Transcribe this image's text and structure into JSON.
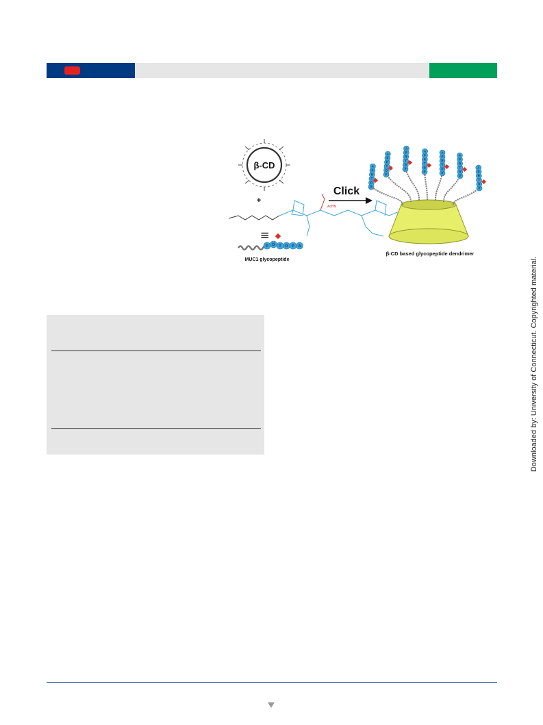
{
  "colors": {
    "journal_blue": "#003a83",
    "journal_red": "#e32221",
    "journal_green": "#00a05a",
    "peptide_blue": "#3da5dc",
    "sugar_red": "#d9322a",
    "cone_yellow": "#e7ef6a"
  },
  "toc_figure": {
    "cd_label": "β-CD",
    "plus": "+",
    "linker_symbol": "|||",
    "left_caption": "MUC1 glycopeptide",
    "arrow_label": "Click",
    "right_caption": "β-CD based glycopeptide dendrimer",
    "sugar_label": "AcHN",
    "peptide_sequence": [
      "P",
      "D",
      "T",
      "R",
      "P",
      "A"
    ]
  },
  "side_note": "Downloaded by: University of Connecticut. Copyrighted material."
}
